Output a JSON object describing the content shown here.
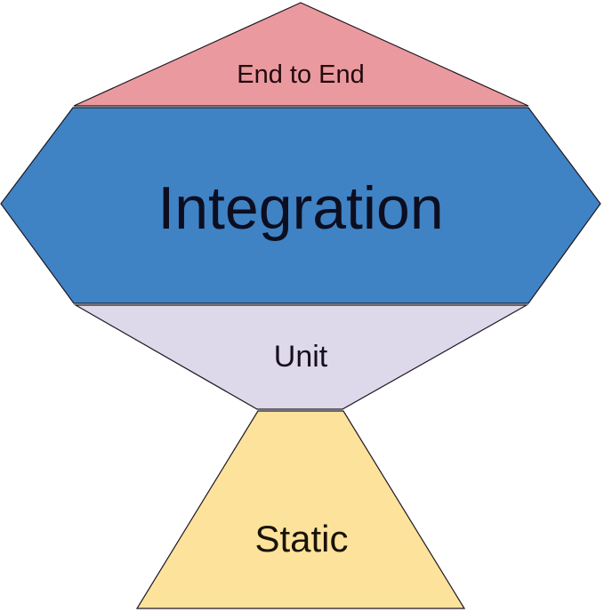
{
  "diagram": {
    "background_color": "#ffffff",
    "stroke_color": "#1f1722",
    "layers": [
      {
        "label": "End to End",
        "fill": "#EA9A9E",
        "text_color": "#23090f"
      },
      {
        "label": "Integration",
        "fill": "#3F83C5",
        "text_color": "#0c0e20"
      },
      {
        "label": "Unit",
        "fill": "#DED8EB",
        "text_color": "#150f1e"
      },
      {
        "label": "Static",
        "fill": "#FCE29B",
        "text_color": "#191307"
      }
    ]
  }
}
